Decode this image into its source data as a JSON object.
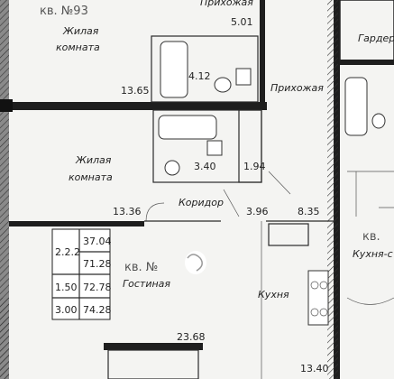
{
  "labels": {
    "apt_93": "кв. №93",
    "living_room_top": [
      "Жилая",
      "комната"
    ],
    "bathroom_top": "Прихожая",
    "hallway_right": "Прихожая",
    "wardrobe": "Гардер",
    "living_room_mid": [
      "Жилая",
      "комната"
    ],
    "corridor": "Коридор",
    "apt_bottom": "кв. №",
    "living_bottom": "Гостиная",
    "kitchen": "Кухня",
    "apt_right": "кв.",
    "kitchen_right": "Кухня-с"
  },
  "areas": {
    "a_501": "5.01",
    "a_1365": "13.65",
    "a_412": "4.12",
    "a_340": "3.40",
    "a_194": "1.94",
    "a_1336": "13.36",
    "a_396": "3.96",
    "a_835": "8.35",
    "a_2368": "23.68",
    "a_1340": "13.40"
  },
  "table": {
    "type_code": "2.2.2",
    "rows": [
      {
        "k": "",
        "v": "37.04"
      },
      {
        "k": "",
        "v": "71.28"
      },
      {
        "k": "1.50",
        "v": "72.78"
      },
      {
        "k": "3.00",
        "v": "74.28"
      }
    ]
  }
}
